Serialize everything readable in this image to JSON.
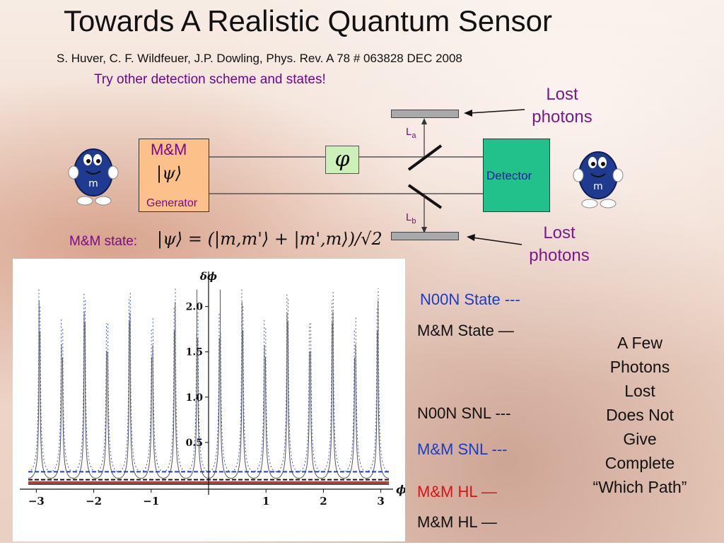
{
  "slide": {
    "title": "Towards A Realistic Quantum Sensor",
    "citation": "S. Huver, C. F. Wildfeuer, J.P. Dowling, Phys. Rev. A 78   # 063828   DEC 2008",
    "hint": "Try other detection scheme and states!"
  },
  "diagram": {
    "generator_label_top": "M&M",
    "generator_ket": "|ψ⟩",
    "generator_label_bottom": "Generator",
    "phase_symbol": "φ",
    "detector_label": "Detector",
    "lost_top": [
      "Lost",
      "photons"
    ],
    "lost_bottom": [
      "Lost",
      "photons"
    ],
    "la_main": "L",
    "la_sub": "a",
    "lb_main": "L",
    "lb_sub": "b",
    "state_label": "M&M state:",
    "state_formula": "|ψ⟩ = (|m,m'⟩ + |m',m⟩)/√2"
  },
  "legend": {
    "n00n_state": "N00N State ---",
    "mm_state": "M&M State —",
    "n00n_snl": "N00N SNL ---",
    "mm_snl": "M&M SNL ---",
    "mm_hl_red": "M&M HL —",
    "mm_hl_black": "M&M HL —"
  },
  "note": [
    "A Few",
    "Photons",
    "Lost",
    "Does Not",
    "Give",
    "Complete",
    "“Which Path”"
  ],
  "chart_data": {
    "type": "line",
    "ylabel": "δϕ",
    "xlabel": "ϕ",
    "xlim": [
      -3.14,
      3.14
    ],
    "ylim": [
      0,
      2.2
    ],
    "xticks": [
      -3,
      -2,
      -1,
      1,
      2,
      3
    ],
    "xtick_labels": [
      "−3",
      "−2",
      "−1",
      "1",
      "2",
      "3"
    ],
    "yticks": [
      0.5,
      1.0,
      1.5,
      2.0
    ],
    "ytick_labels": [
      "0.5",
      "1.0",
      "1.5",
      "2.0"
    ],
    "series": [
      {
        "name": "N00N State",
        "style": "dotted",
        "color": "#3a52d8",
        "kind": "periodic",
        "N": 16,
        "scale": 0.1768
      },
      {
        "name": "M&M State",
        "style": "solid",
        "color": "#555555",
        "kind": "periodic",
        "N": 16,
        "scale": 0.105
      },
      {
        "name": "N00N SNL",
        "style": "dashed",
        "color": "#111111",
        "kind": "constant",
        "value": 0.0884
      },
      {
        "name": "M&M SNL",
        "style": "dashed",
        "color": "#2040d0",
        "kind": "constant",
        "value": 0.1768
      },
      {
        "name": "M&M HL",
        "style": "solid",
        "color": "#e01010",
        "kind": "constant",
        "value": 0.0625
      },
      {
        "name": "M&M HL",
        "style": "solid",
        "color": "#111111",
        "kind": "constant",
        "value": 0.042
      }
    ],
    "grid": false
  }
}
